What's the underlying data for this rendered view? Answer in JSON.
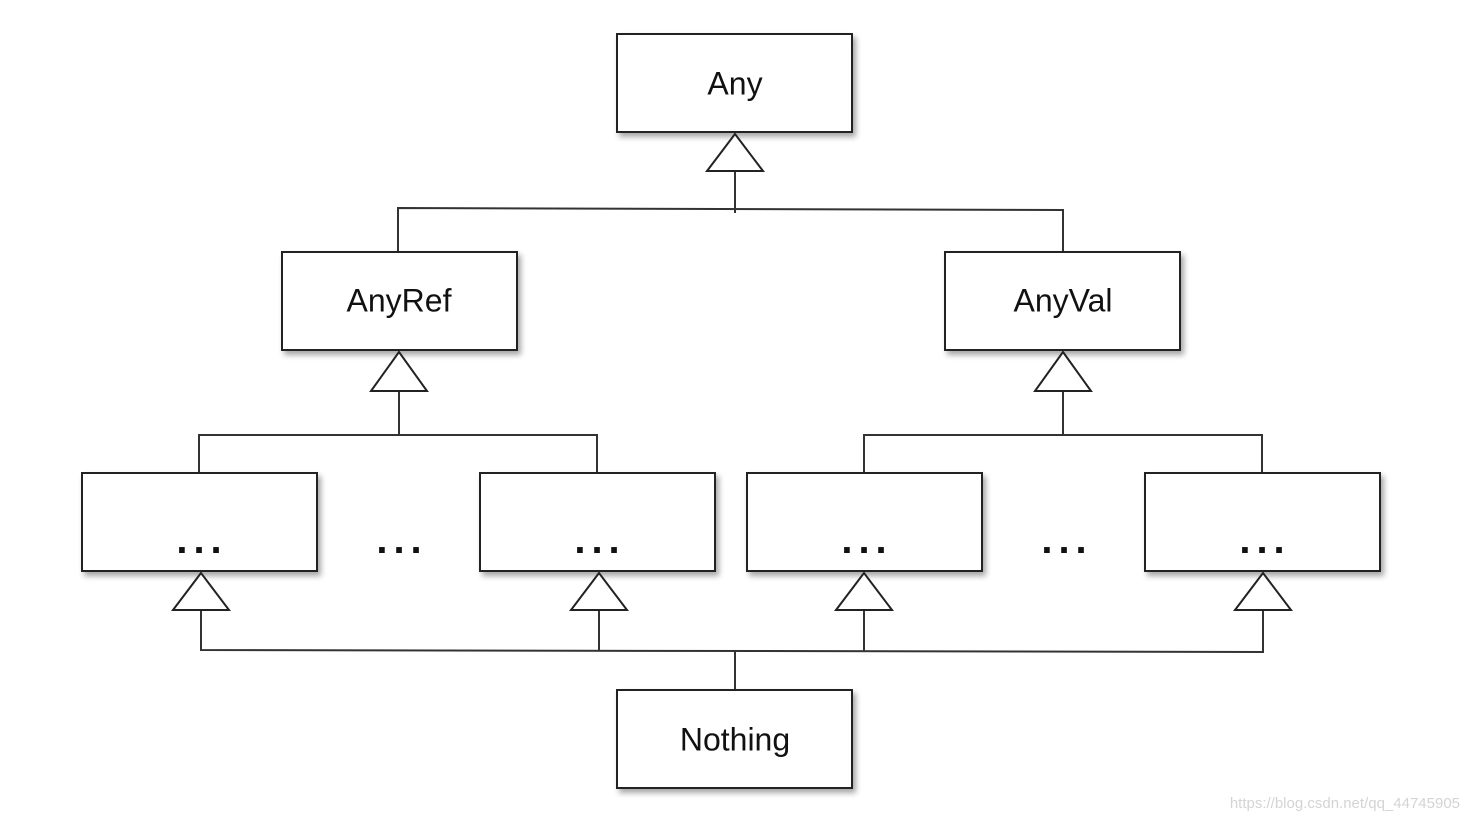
{
  "diagram": {
    "root": {
      "label": "Any"
    },
    "ref_branch": {
      "label": "AnyRef"
    },
    "val_branch": {
      "label": "AnyVal"
    },
    "ref_child_1": {
      "label": "..."
    },
    "ref_gap": {
      "label": "..."
    },
    "ref_child_2": {
      "label": "..."
    },
    "val_child_1": {
      "label": "..."
    },
    "val_gap": {
      "label": "..."
    },
    "val_child_2": {
      "label": "..."
    },
    "bottom": {
      "label": "Nothing"
    }
  },
  "watermark": "https://blog.csdn.net/qq_44745905"
}
